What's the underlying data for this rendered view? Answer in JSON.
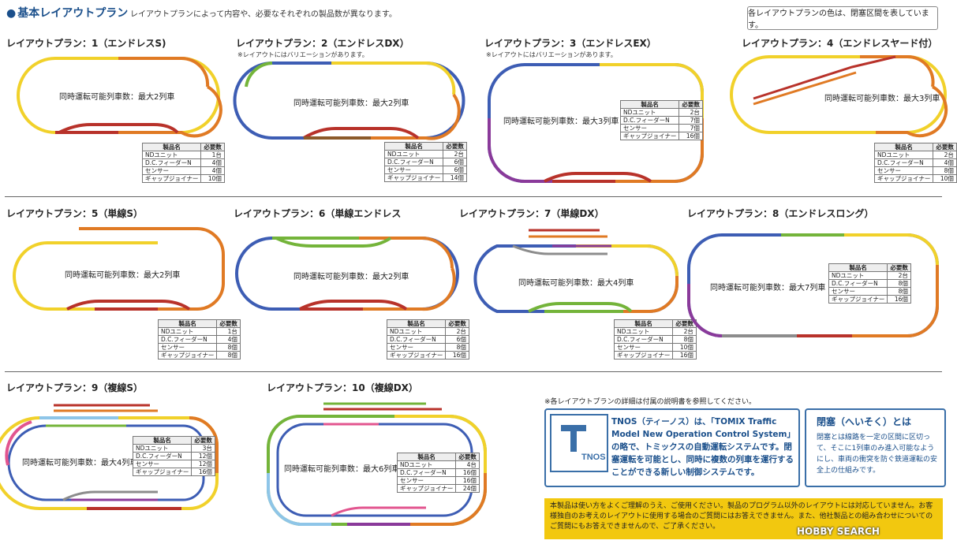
{
  "header": {
    "title": "基本レイアウトプラン",
    "subtitle": "レイアウトプランによって内容や、必要なそれぞれの製品数が異なります。",
    "color_note": "各レイアウトプランの色は、閉塞区間を表しています。"
  },
  "table_headers": {
    "product": "製品名",
    "required": "必要数"
  },
  "plans": [
    {
      "title": "レイアウトプラン：1（エンドレスS)",
      "note": "",
      "trains": "同時運転可能列車数：最大2列車",
      "parts": [
        [
          "NDユニット",
          "1台"
        ],
        [
          "D.C.フィーダーN",
          "4個"
        ],
        [
          "センサー",
          "4個"
        ],
        [
          "ギャップジョイナー",
          "10個"
        ]
      ]
    },
    {
      "title": "レイアウトプラン：2（エンドレスDX）",
      "note": "※レイアウトにはバリエーションがあります。",
      "trains": "同時運転可能列車数：最大2列車",
      "parts": [
        [
          "NDユニット",
          "2台"
        ],
        [
          "D.C.フィーダーN",
          "6個"
        ],
        [
          "センサー",
          "6個"
        ],
        [
          "ギャップジョイナー",
          "14個"
        ]
      ]
    },
    {
      "title": "レイアウトプラン：3（エンドレスEX）",
      "note": "※レイアウトにはバリエーションがあります。",
      "trains": "同時運転可能列車数：最大3列車",
      "parts": [
        [
          "NDユニット",
          "2台"
        ],
        [
          "D.C.フィーダーN",
          "7個"
        ],
        [
          "センサー",
          "7個"
        ],
        [
          "ギャップジョイナー",
          "16個"
        ]
      ]
    },
    {
      "title": "レイアウトプラン：4（エンドレスヤード付）",
      "note": "",
      "trains": "同時運転可能列車数：最大3列車",
      "parts": [
        [
          "NDユニット",
          "2台"
        ],
        [
          "D.C.フィーダーN",
          "4個"
        ],
        [
          "センサー",
          "8個"
        ],
        [
          "ギャップジョイナー",
          "10個"
        ]
      ]
    },
    {
      "title": "レイアウトプラン：5（単線S）",
      "note": "",
      "trains": "同時運転可能列車数：最大2列車",
      "parts": [
        [
          "NDユニット",
          "1台"
        ],
        [
          "D.C.フィーダーN",
          "4個"
        ],
        [
          "センサー",
          "8個"
        ],
        [
          "ギャップジョイナー",
          "8個"
        ]
      ]
    },
    {
      "title": "レイアウトプラン：6（単線エンドレス",
      "note": "",
      "trains": "同時運転可能列車数：最大2列車",
      "parts": [
        [
          "NDユニット",
          "2台"
        ],
        [
          "D.C.フィーダーN",
          "6個"
        ],
        [
          "センサー",
          "8個"
        ],
        [
          "ギャップジョイナー",
          "16個"
        ]
      ]
    },
    {
      "title": "レイアウトプラン：7（単線DX）",
      "note": "",
      "trains": "同時運転可能列車数：最大4列車",
      "parts": [
        [
          "NDユニット",
          "2台"
        ],
        [
          "D.C.フィーダーN",
          "8個"
        ],
        [
          "センサー",
          "10個"
        ],
        [
          "ギャップジョイナー",
          "16個"
        ]
      ]
    },
    {
      "title": "レイアウトプラン：8（エンドレスロング）",
      "note": "",
      "trains": "同時運転可能列車数：最大7列車",
      "parts": [
        [
          "NDユニット",
          "2台"
        ],
        [
          "D.C.フィーダーN",
          "8個"
        ],
        [
          "センサー",
          "8個"
        ],
        [
          "ギャップジョイナー",
          "16個"
        ]
      ]
    },
    {
      "title": "レイアウトプラン：9（複線S）",
      "note": "",
      "trains": "同時運転可能列車数：最大4列車",
      "parts": [
        [
          "NDユニット",
          "3台"
        ],
        [
          "D.C.フィーダーN",
          "12個"
        ],
        [
          "センサー",
          "12個"
        ],
        [
          "ギャップジョイナー",
          "16個"
        ]
      ]
    },
    {
      "title": "レイアウトプラン：10（複線DX）",
      "note": "",
      "trains": "同時運転可能列車数：最大6列車",
      "parts": [
        [
          "NDユニット",
          "4台"
        ],
        [
          "D.C.フィーダーN",
          "16個"
        ],
        [
          "センサー",
          "16個"
        ],
        [
          "ギャップジョイナー",
          "24個"
        ]
      ]
    }
  ],
  "footer": {
    "detail_note": "※各レイアウトプランの詳細は付属の説明書を参照してください。",
    "tnos_logo": "TNOS",
    "tnos_text": "TNOS（ティーノス）は、「TOMIX Traffic Model New Operation Control System」の略で、トミックスの自動運転システムです。閉塞運転を可能とし、同時に複数の列車を運行することができる新しい制御システムです。",
    "heisoku_title": "閉塞（へいそく）とは",
    "heisoku_text": "閉塞とは線路を一定の区間に区切って、そこに1列車のみ進入可能なようにし、車両の衝突を防ぐ鉄道運転の安全上の仕組みです。",
    "yellow_text": "本製品は使い方をよくご理解のうえ、ご使用ください。製品のプログラム以外のレイアウトには対応していません。お客様独自のお考えのレイアウトに使用する場合のご質問にはお答えできません。また、他社製品との組み合わせについてのご質問にもお答えできませんので、ご了承ください。",
    "watermark": "HOBBY SEARCH"
  },
  "colors": {
    "yellow": "#f1d12a",
    "orange": "#e07a24",
    "red": "#b8322a",
    "blue": "#3d5db4",
    "green": "#74b43a",
    "purple": "#8a3a9a",
    "grey": "#8c8c8c",
    "pink": "#e2558f",
    "lightblue": "#8ec5e8",
    "brown": "#8c5a2a",
    "accent": "#1a4f8b",
    "note_bg": "#f2c80f"
  }
}
